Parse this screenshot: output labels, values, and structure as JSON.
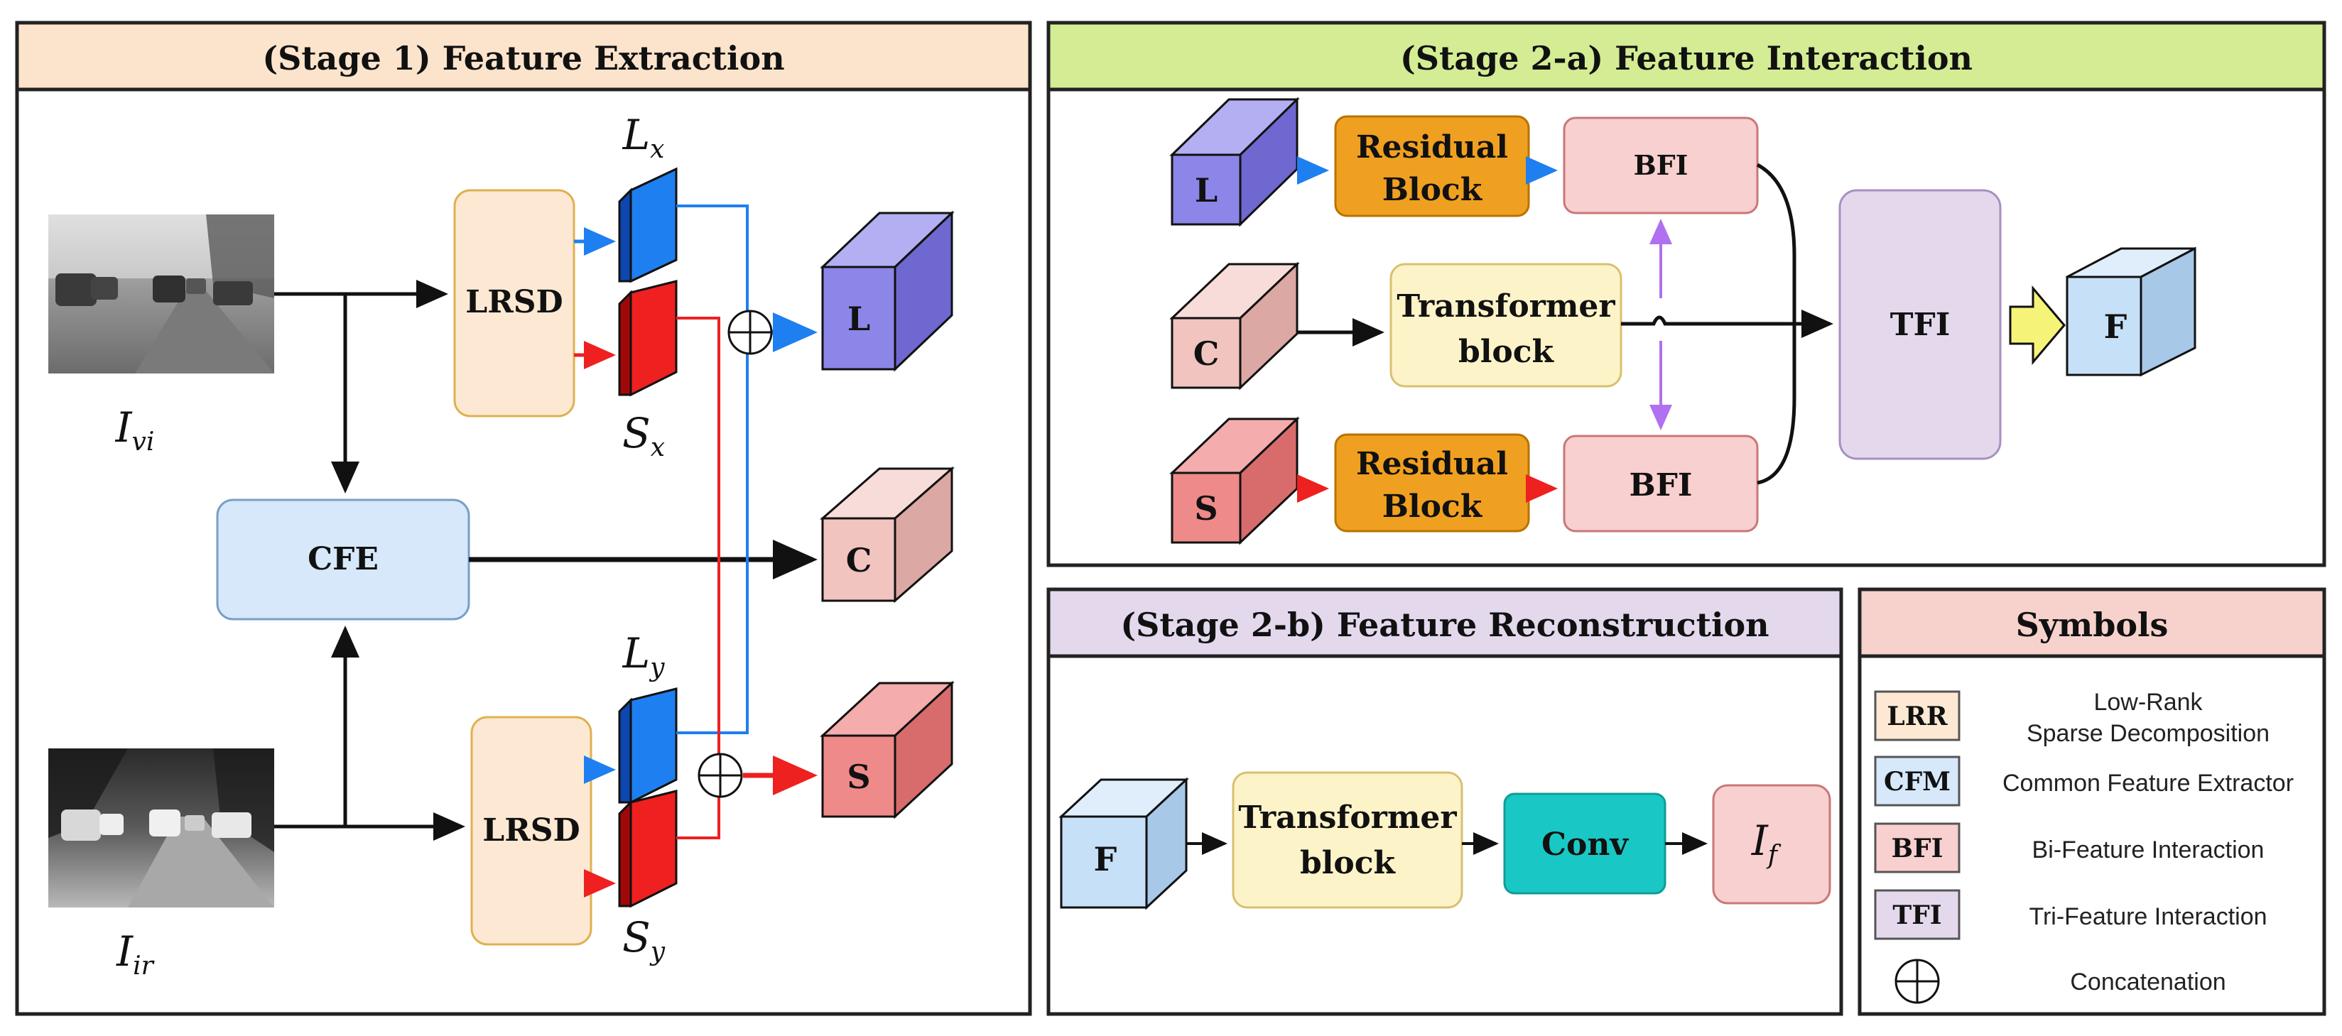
{
  "stage1": {
    "title": "(Stage 1) Feature Extraction",
    "lrsd_top": "LRSD",
    "lrsd_bottom": "LRSD",
    "cfe": "CFE",
    "input_vi": {
      "base": "I",
      "sub": "vi"
    },
    "input_ir": {
      "base": "I",
      "sub": "ir"
    },
    "Lx": {
      "base": "L",
      "sub": "x"
    },
    "Sx": {
      "base": "S",
      "sub": "x"
    },
    "Ly": {
      "base": "L",
      "sub": "y"
    },
    "Sy": {
      "base": "S",
      "sub": "y"
    },
    "out_L": "L",
    "out_C": "C",
    "out_S": "S"
  },
  "stage2a": {
    "title": "(Stage 2-a) Feature Interaction",
    "in_L": "L",
    "in_C": "C",
    "in_S": "S",
    "res_block_top": [
      "Residual",
      "Block"
    ],
    "res_block_bottom": [
      "Residual",
      "Block"
    ],
    "transformer": [
      "Transformer",
      "block"
    ],
    "bfi_top": "BFI",
    "bfi_bottom": "BFI",
    "tfi": "TFI",
    "out_F": "F"
  },
  "stage2b": {
    "title": "(Stage 2-b) Feature Reconstruction",
    "in_F": "F",
    "transformer": [
      "Transformer",
      "block"
    ],
    "conv": "Conv",
    "output": {
      "base": "I",
      "sub": "f"
    }
  },
  "symbols": {
    "title": "Symbols",
    "items": [
      {
        "abbr": "LRR",
        "desc": [
          "Low-Rank",
          "Sparse Decomposition"
        ],
        "color": "#fde9d3"
      },
      {
        "abbr": "CFM",
        "desc": [
          "Common Feature Extractor"
        ],
        "color": "#d6e8fa"
      },
      {
        "abbr": "BFI",
        "desc": [
          "Bi-Feature Interaction"
        ],
        "color": "#f8d0d0"
      },
      {
        "abbr": "TFI",
        "desc": [
          "Tri-Feature Interaction"
        ],
        "color": "#e4d9ec"
      },
      {
        "abbr": "",
        "desc": [
          "Concatenation"
        ],
        "color": "#ffffff"
      }
    ]
  },
  "colors": {
    "stage1_header": "#fce4cc",
    "stage2a_header": "#d4ec94",
    "stage2b_header": "#e3d8ec",
    "symbols_header": "#f7d2cc",
    "lrsd_fill": "#fde9d3",
    "cfe_fill": "#d6e8fa",
    "cube_L": "#8c86e8",
    "cube_C": "#f1c4c0",
    "cube_S": "#ee8a8a",
    "cube_F": "#c6e0f8",
    "residual_fill": "#f0a020",
    "transformer_fill": "#fdf3c8",
    "bfi_fill": "#f8d0d0",
    "tfi_fill": "#e4d9ec",
    "conv_fill": "#19c8c4",
    "blue_arrow": "#1e7ff0",
    "red_arrow": "#ee2020",
    "purple_arrow": "#b070f0"
  }
}
